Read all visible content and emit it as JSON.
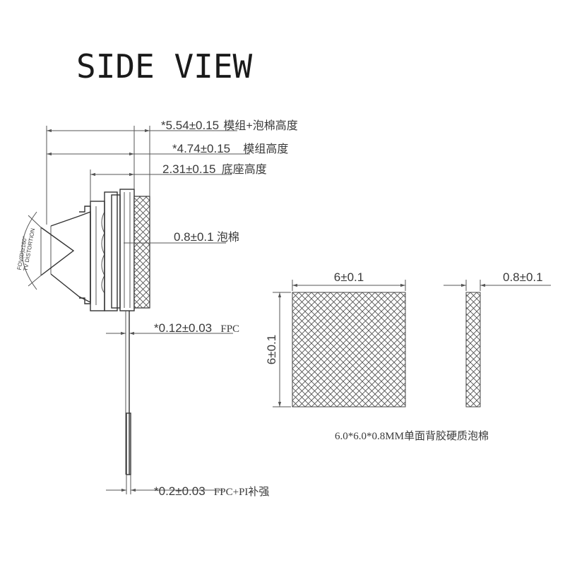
{
  "title": "SIDE VIEW",
  "dimensions": {
    "total_height": {
      "value": "*5.54±0.15",
      "note": "模组+泡棉高度"
    },
    "module_height": {
      "value": "*4.74±0.15",
      "note": "模组高度"
    },
    "base_height": {
      "value": "2.31±0.15",
      "note": "底座高度"
    },
    "foam": {
      "value": "0.8±0.1",
      "note": "泡棉"
    },
    "fpc": {
      "value": "*0.12±0.03",
      "note": "FPC"
    },
    "fpc_pi": {
      "value": "*0.2±0.03",
      "note": "FPC+PI补强"
    }
  },
  "lens_label": "FOV(D)≥160°",
  "lens_label_sub": "TV DISTORTION",
  "foam_detail": {
    "width": "6±0.1",
    "height": "6±0.1",
    "thickness": "0.8±0.1",
    "caption": "6.0*6.0*0.8MM单面背胶硬质泡棉"
  }
}
